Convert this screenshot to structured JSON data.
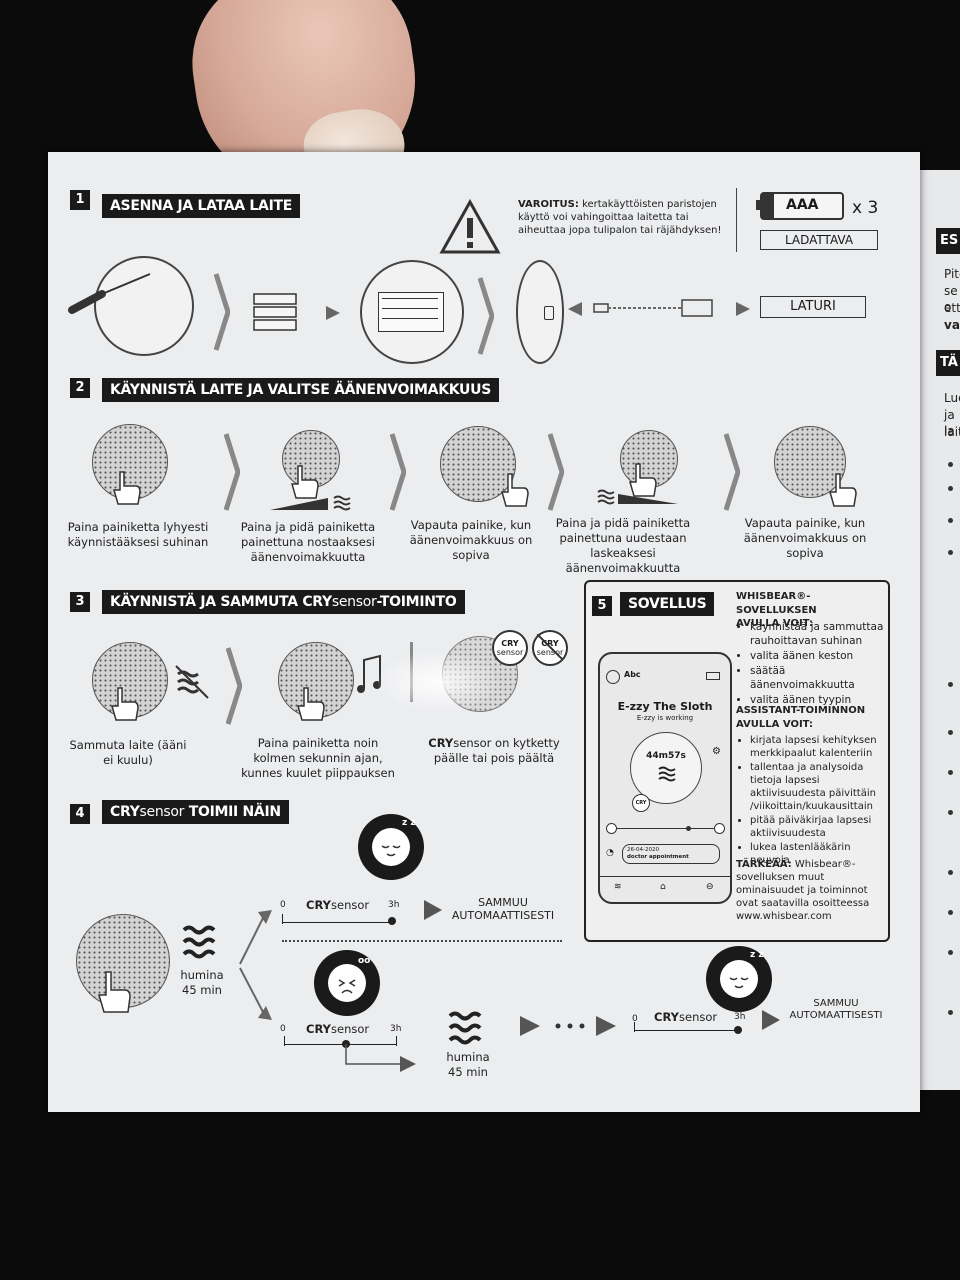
{
  "section1": {
    "number": "1",
    "title": "ASENNA JA LATAA LAITE",
    "warning_label": "VAROITUS:",
    "warning_text": "kertakäyttöisten paristojen käyttö voi vahingoittaa laitetta tai aiheuttaa jopa tulipalon tai räjähdyksen!",
    "battery_label": "AAA",
    "battery_count": "x 3",
    "rechargeable_label": "LADATTAVA",
    "charger_label": "LATURI"
  },
  "section2": {
    "number": "2",
    "title": "KÄYNNISTÄ LAITE JA VALITSE ÄÄNENVOIMAKKUUS",
    "steps": [
      "Paina painiketta lyhyesti käynnistääksesi suhinan",
      "Paina ja pidä painiketta painettuna nostaaksesi äänenvoimakkuutta",
      "Vapauta painike, kun äänenvoimakkuus on sopiva",
      "Paina ja pidä painiketta painettuna uudestaan laskeaksesi äänenvoimakkuutta",
      "Vapauta painike, kun äänenvoimakkuus on sopiva"
    ]
  },
  "section3": {
    "number": "3",
    "title_pre": "KÄYNNISTÄ JA SAMMUTA ",
    "title_cry": "CRY",
    "title_sensor": "sensor",
    "title_post": "-TOIMINTO",
    "step1": "Sammuta laite (ääni ei kuulu)",
    "step2": "Paina painiketta noin kolmen sekunnin ajan, kunnes kuulet piippauksen",
    "step3_cry": "CRY",
    "step3_sensor": "sensor",
    "step3_rest": " on kytketty päälle tai pois päältä",
    "badge_cry": "CRY",
    "badge_sensor": "sensor"
  },
  "section4": {
    "number": "4",
    "title_cry": "CRY",
    "title_sensor": "sensor",
    "title_rest": " TOIMII NÄIN",
    "humina": "humina",
    "minutes": "45 min",
    "tl_start": "0",
    "tl_end": "3h",
    "cry": "CRY",
    "sensor": "sensor",
    "off_line1": "SAMMUU",
    "off_line2": "AUTOMAATTISESTI",
    "zz": "z z"
  },
  "section5": {
    "number": "5",
    "title": "SOVELLUS",
    "app_heading1": "WHISBEAR®-SOVELLUKSEN",
    "app_heading2": "AVULLA VOIT:",
    "app_items": [
      "käynnistää ja sammuttaa rauhoittavan suhinan",
      "valita äänen keston",
      "säätää äänenvoimakkuutta",
      "valita äänen tyypin"
    ],
    "assist_heading1": "ASSISTANT-TOIMINNON",
    "assist_heading2": "AVULLA VOIT:",
    "assist_items": [
      "kirjata lapsesi kehityksen merkkipaalut kalenteriin",
      "tallentaa ja analysoida tietoja lapsesi aktiivisuudesta päivittäin /viikoittain/kuukausittain",
      "pitää päiväkirjaa lapsesi aktiivisuudesta",
      "lukea lastenlääkärin neuvoja"
    ],
    "important_label": "TÄRKEÄÄ:",
    "important_text": "Whisbear®-sovelluksen muut ominaisuudet ja toiminnot ovat saatavilla osoitteessa www.whisbear.com",
    "phone": {
      "user": "Abc",
      "name": "E-zzy The Sloth",
      "status": "E-zzy is working",
      "timer": "44m57s",
      "cry_badge": "CRY",
      "date": "26-04-2020",
      "event": "doctor appointment"
    }
  },
  "right_page": {
    "tag1": "ES",
    "line1": "Pite",
    "line2": "se o",
    "line3": "että",
    "line4": "var",
    "tag2": "TÄ",
    "line5": "Lue",
    "line6": "ja la",
    "line7": "laitt"
  }
}
